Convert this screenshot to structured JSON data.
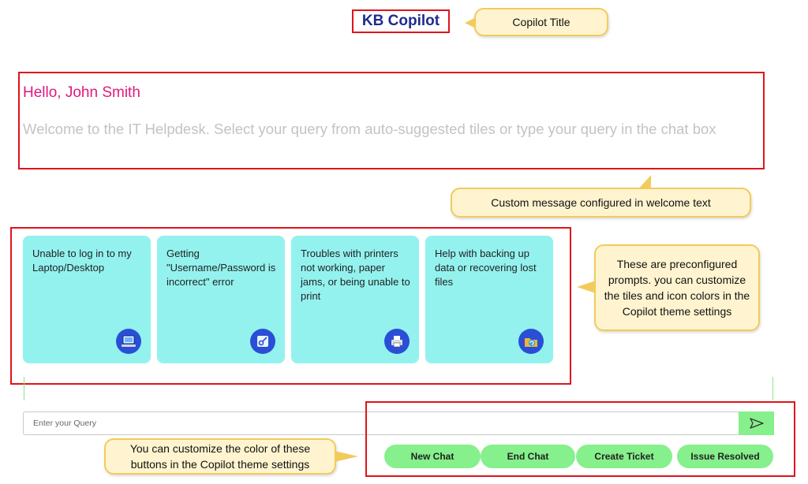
{
  "header": {
    "title": "KB Copilot"
  },
  "welcome": {
    "greeting": "Hello, John Smith",
    "message": "Welcome to the IT Helpdesk. Select your query from auto-suggested tiles or type your query in the chat box"
  },
  "tiles": [
    {
      "text": "Unable to log in to my Laptop/Desktop",
      "icon": "laptop-icon"
    },
    {
      "text": "Getting \"Username/Password is incorrect\" error",
      "icon": "key-icon"
    },
    {
      "text": "Troubles with printers not working, paper jams, or being unable to print",
      "icon": "printer-icon"
    },
    {
      "text": "Help with backing up data or recovering lost files",
      "icon": "folder-backup-icon"
    }
  ],
  "query": {
    "placeholder": "Enter your Query",
    "send_icon": "send-icon"
  },
  "actions": {
    "new_chat": "New Chat",
    "end_chat": "End Chat",
    "create_ticket": "Create Ticket",
    "issue_resolved": "Issue Resolved"
  },
  "annotations": {
    "title": "Copilot Title",
    "welcome": "Custom message configured in welcome text",
    "tiles": "These are preconfigured prompts. you can customize the tiles and icon colors in the Copilot theme settings",
    "buttons": "You can customize the color of these buttons in the Copilot theme settings"
  },
  "colors": {
    "accent_red": "#e0131b",
    "title_blue": "#1f2b8f",
    "greeting_pink": "#e0197d",
    "tile_bg": "#93f2ee",
    "button_green": "#86f08c",
    "icon_blue": "#2a4fd6"
  }
}
